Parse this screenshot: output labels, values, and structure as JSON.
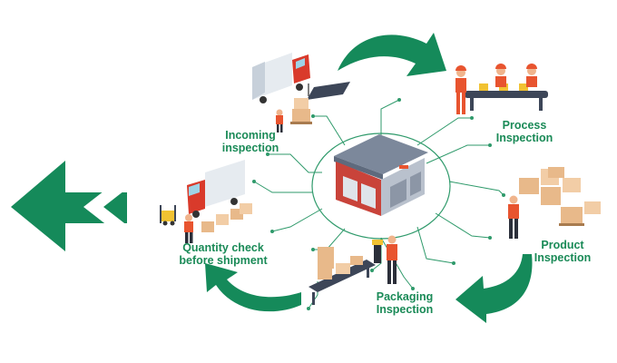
{
  "colors": {
    "brand_green": "#158a5a",
    "label_green": "#1a8a57",
    "worker_orange": "#e8542f",
    "truck_red": "#d93a2b",
    "box_tan": "#e8b98a",
    "warehouse_grey": "#8c96a6"
  },
  "hub": {
    "icon": "warehouse-icon"
  },
  "stages": {
    "incoming": {
      "line1": "Incoming",
      "line2": "inspection"
    },
    "process": {
      "line1": "Process",
      "line2": "Inspection"
    },
    "product": {
      "line1": "Product",
      "line2": "Inspection"
    },
    "packaging": {
      "line1": "Packaging",
      "line2": "Inspection"
    },
    "shipment": {
      "line1": "Quantity check",
      "line2": "before shipment"
    }
  }
}
